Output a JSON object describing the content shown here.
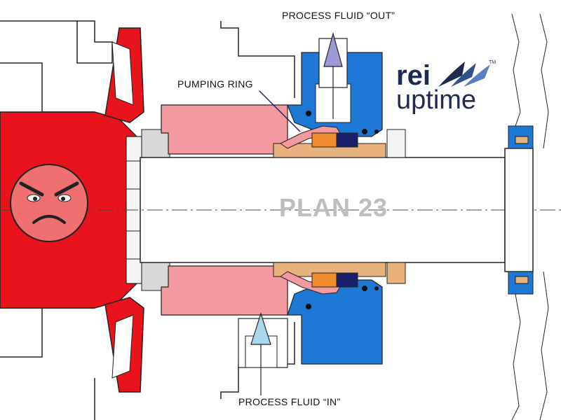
{
  "labels": {
    "process_out": "PROCESS FLUID “OUT”",
    "process_in": "PROCESS FLUID “IN”",
    "pumping_ring": "PUMPING RING",
    "plan": "PLAN 23"
  },
  "logo": {
    "word1": "rei",
    "word2": "uptime",
    "trademark": "TM"
  },
  "colors": {
    "impeller": "#e8131b",
    "housing_pink": "#f29a9f",
    "gland_blue": "#1e78d6",
    "sleeve_tan": "#e8b27c",
    "seal_orange": "#f08c2e",
    "seal_navy": "#1a1f6a",
    "arrow_out": "#9c9ad6",
    "arrow_in": "#a8d8f0",
    "face_red": "#f07070",
    "plan_text": "#bdbdbd",
    "logo_navy": "#1f2b4d"
  },
  "icons": {
    "face": "angry-face-icon",
    "out_arrow": "arrow-up-icon",
    "in_arrow": "arrow-up-icon"
  }
}
